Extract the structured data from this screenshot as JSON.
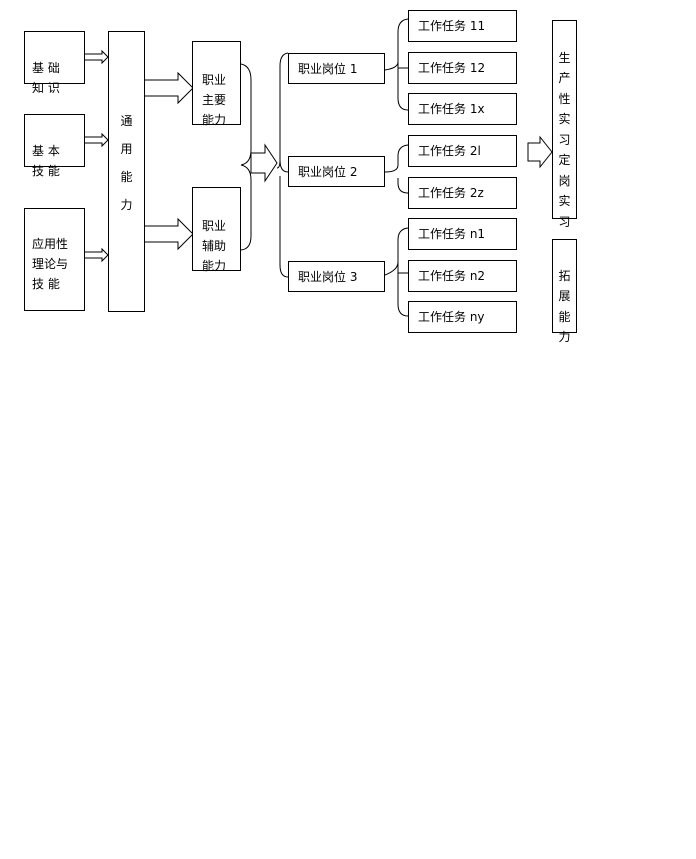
{
  "foundation": {
    "basic_knowledge": "基 础\n知 识",
    "basic_skills": "基 本\n技 能",
    "applied_theory": "应用性\n理论与\n技 能"
  },
  "general_ability": "通\n\n用\n\n能\n\n力",
  "career_main_ability": "职业\n主要\n能力",
  "career_aux_ability": "职业\n辅助\n能力",
  "positions": [
    "职业岗位 1",
    "职业岗位 2",
    "职业岗位 3"
  ],
  "tasks": {
    "t11": "工作任务 11",
    "t12": "工作任务 12",
    "t1x": "工作任务 1x",
    "t21": "工作任务 2l",
    "t2z": "工作任务 2z",
    "tn1": "工作任务 n1",
    "tn2": "工作任务 n2",
    "tny": "工作任务 ny"
  },
  "internship": "生\n产\n性\n实\n习\n定\n岗\n实\n习",
  "extended_ability": "拓\n展\n能\n力"
}
